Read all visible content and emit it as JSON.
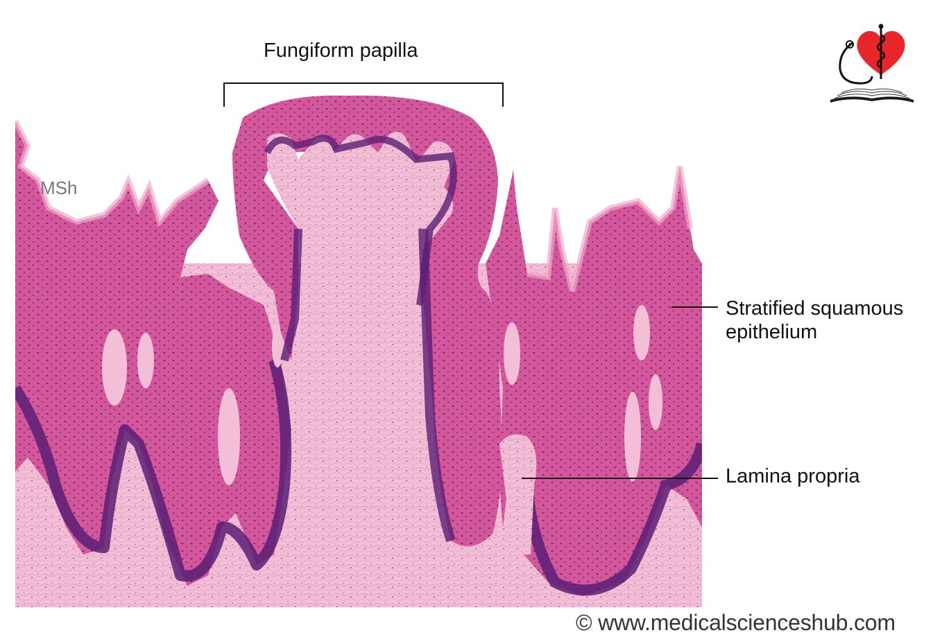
{
  "labels": {
    "fungiform_papilla": "Fungiform papilla",
    "stratified_line1": "Stratified squamous",
    "stratified_line2": "epithelium",
    "lamina_propria": "Lamina propria"
  },
  "watermark": "MSh",
  "copyright": "© www.medicalscienceshub.com",
  "logo": {
    "icon": "heart-caduceus-stethoscope-book-logo"
  },
  "colors": {
    "lamina_propria": "#f3bfd6",
    "epithelium": "#d4559a",
    "basal_layer": "#5a1f74",
    "heart": "#e8262a",
    "text": "#111111"
  }
}
